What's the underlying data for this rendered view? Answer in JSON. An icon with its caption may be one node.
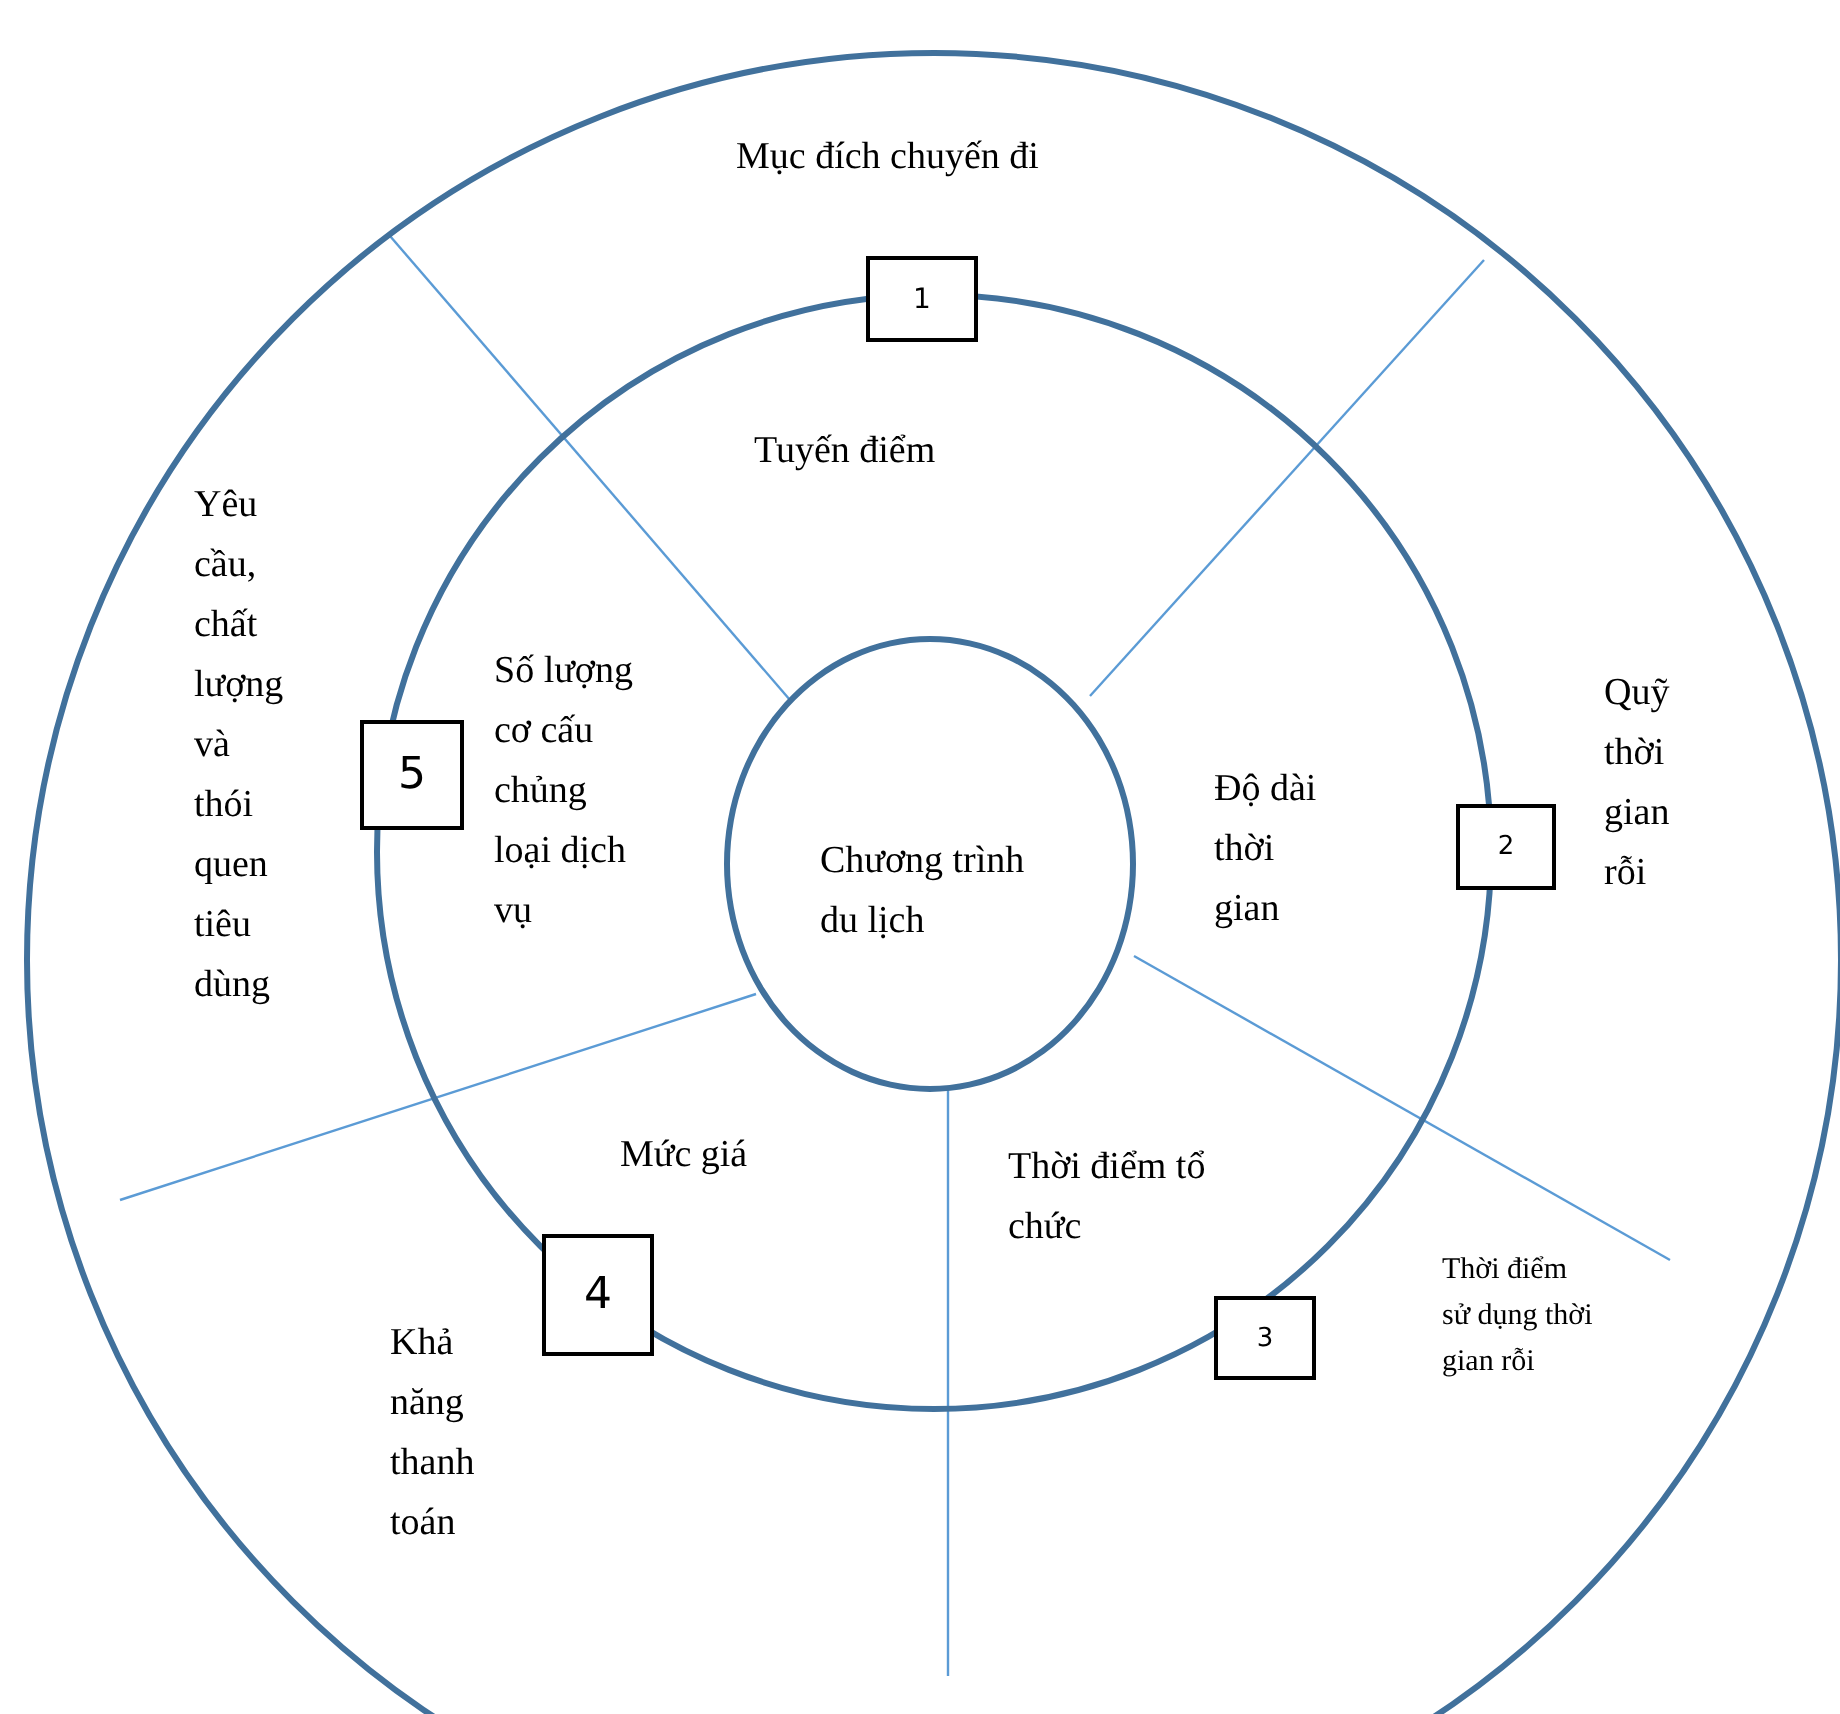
{
  "diagram": {
    "nodes": [
      {
        "text": [],
        "shape": "circle"
      },
      {
        "text": [],
        "shape": "circle",
        "in": 0
      },
      {
        "text": [
          "Chương trình du lịch"
        ],
        "in": 1
      },
      {
        "text": [
          "1"
        ],
        "in": 0
      },
      {
        "text": [
          "5"
        ],
        "in": 0
      },
      {
        "text": [
          "2"
        ],
        "in": 0
      },
      {
        "text": [
          "4"
        ],
        "in": 1
      },
      {
        "text": [
          "3"
        ],
        "in": 1
      }
    ],
    "labels": [
      "Mục đích chuyến đi",
      "Tuyến điểm",
      "Yêu cầu, chất lượng và thói quen tiêu dùng",
      "Số lượng cơ cấu chủng loại dịch vụ",
      "Quỹ thời gian rỗi",
      "Độ dài thời gian",
      "Mức giá",
      "Thời điểm tổ chức",
      "Thời điểm sử dụng thời gian rỗi",
      "Khả năng thanh toán"
    ]
  }
}
